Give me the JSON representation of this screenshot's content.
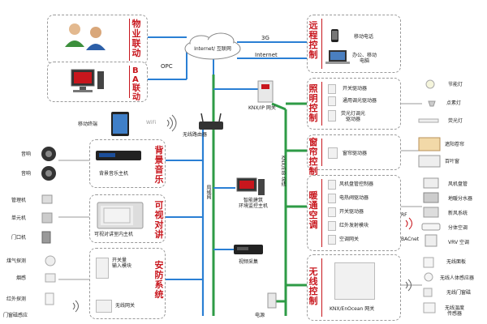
{
  "sections": {
    "property": "物业联动",
    "ba": "BA联动",
    "remote": "远程控制",
    "lighting": "照明控制",
    "curtain": "窗帘控制",
    "hvac": "暖通空调",
    "wireless": "无线控制",
    "music": "背景音乐",
    "intercom": "可视对讲",
    "security": "安防系统"
  },
  "network": {
    "internet_cloud": "Internet/ 互联网",
    "g3": "3G",
    "internet": "Internet",
    "opc": "OPC",
    "wifi": "WiFi",
    "router": "无线路由器",
    "knx_ip": "KNX/IP 网关",
    "lan": "局域网",
    "bus": "KNX/EIB 总线",
    "power": "电源"
  },
  "left": {
    "mobile_terminal": "移动终端",
    "speaker1": "音响",
    "speaker2": "音响",
    "music_host": "背景音乐主机",
    "mgmt": "管理机",
    "unit": "单元机",
    "door": "门口机",
    "intercom_host": "可视对讲室内主机",
    "smoke": "煤气探测",
    "smoke2": "烟感",
    "ir": "红外探测",
    "door_sensor": "门窗磁感应",
    "switch_input": "开关量\n输入模块",
    "wireless_gw": "无线网关"
  },
  "center": {
    "smart_host": "智能建筑\n环境监控主机",
    "video": "视频采集"
  },
  "remote": {
    "mobile_phone": "移动电话",
    "office_pc": "办公、移动\n电脑"
  },
  "lighting": {
    "switch_driver": "开关驱动器",
    "dimmer": "通用调光驱动器",
    "fluorescent": "荧光灯调光\n驱动器",
    "energy_lamp": "节能灯",
    "spot_lamp": "点素灯",
    "fluor_lamp": "荧光灯"
  },
  "curtain": {
    "driver": "窗帘驱动器",
    "roller": "遮阳卷帘",
    "blind": "百叶窗"
  },
  "hvac": {
    "fan_coil": "风机盘管控制器",
    "valve": "电热阀驱动器",
    "switch_driver": "开关驱动器",
    "ir_module": "红外发射模块",
    "ac_gw": "空调网关",
    "fan_coil_dev": "风机盘管",
    "floor_heat": "地暖分水器",
    "fresh_air": "新风系统",
    "split_ac": "分体空调",
    "vrv": "VRV 空调",
    "rf": "RF",
    "bacnet": "BACnet"
  },
  "wireless": {
    "gateway": "KNX/EnOcean 网关",
    "panel": "无线面板",
    "body_sensor": "无线人体感应器",
    "window_sensor": "无线门窗磁",
    "temp_sensor": "无线温度\n传感器"
  }
}
